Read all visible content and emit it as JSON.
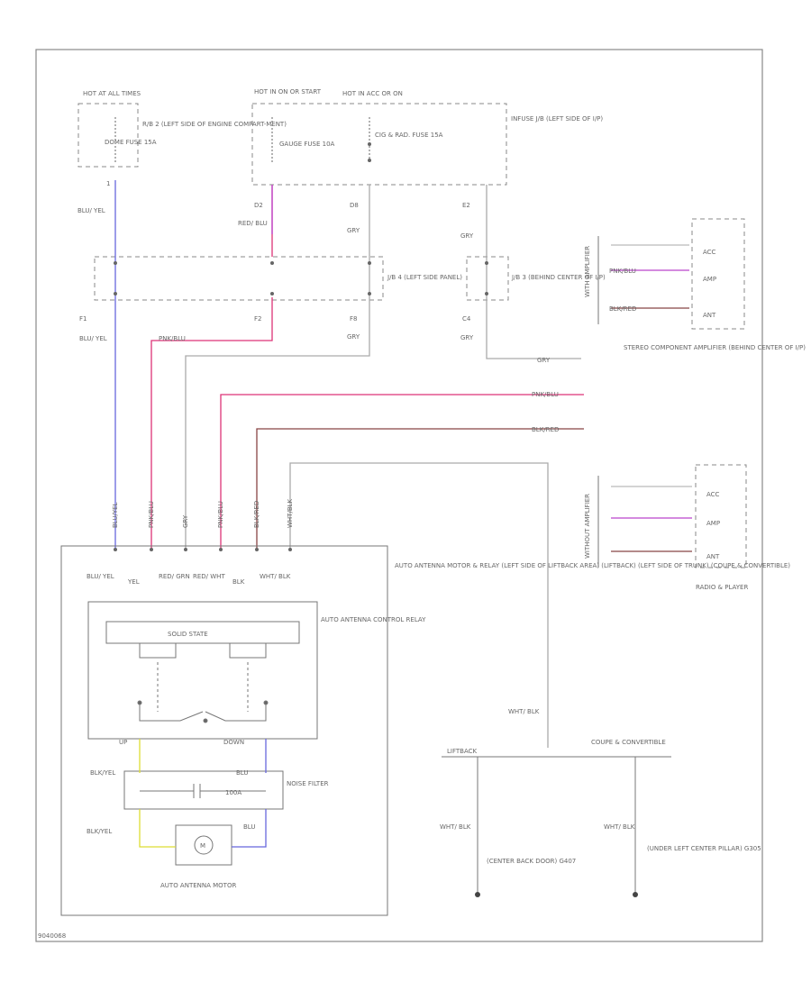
{
  "colors": {
    "blue": "#6666dd",
    "pink": "#dd3377",
    "violet": "#bb44cc",
    "brown": "#884444",
    "gray": "#aaaaaa",
    "yellow": "#dddd33",
    "orange": "#dd7722",
    "line": "#666666"
  },
  "fuses": {
    "hot_all_times": "HOT AT ALL TIMES",
    "hot_on": "HOT IN ON OR START",
    "hot_acc": "HOT IN ACC OR ON",
    "dome_fuse": "DOME FUSE 15A",
    "gauge_fuse": "GAUGE FUSE 10A",
    "cig_fuse": "CIG & RAD. FUSE 15A",
    "fuse_box_label": "R/B 2 (LEFT SIDE OF ENGINE COMPART-MENT)",
    "junction_block": "INFUSE J/B (LEFT SIDE OF I/P)"
  },
  "connectors": {
    "c_d2": "D2",
    "c_d8": "D8",
    "c_e2": "E2",
    "c_f1": "F1",
    "c_f2": "F2",
    "c_f8": "F8",
    "c_c4": "C4",
    "c_1": "1",
    "jb4": "J/B 4 (LEFT SIDE PANEL)",
    "jb3": "J/B 3 (BEHIND CENTER OF I/P)"
  },
  "wires": {
    "blu_yel": "BLU/ YEL",
    "red_blu": "RED/ BLU",
    "gry": "GRY",
    "blu_yel2": "BLU/ YEL",
    "gry2": "GRY",
    "pnk_blu": "PNK/BLU",
    "gry3": "GRY",
    "gry4": "GRY",
    "pnk_blu2": "PNK/BLU",
    "blk_red": "BLK/RED",
    "gry5": "GRY",
    "pnk_blu3": "PNK/BLU",
    "blk_red2": "BLK/RED",
    "wht_blk": "WHT/ BLK",
    "wht_blk2": "WHT/ BLK",
    "wht_blk3": "WHT/ BLK",
    "blk_yel": "BLK/YEL",
    "blk_yel2": "BLK/YEL",
    "blu": "BLU",
    "blu2": "BLU",
    "v1": "BLU/YEL",
    "v2": "PNK/BLU",
    "v3": "GRY",
    "v4": "PNK/BLU",
    "v5": "BLK/RED",
    "v6": "WHT/BLK"
  },
  "pins": {
    "p1": "BLU/ YEL",
    "p2": "YEL",
    "p3": "RED/ GRN",
    "p4": "RED/ WHT",
    "p5": "BLK",
    "p6": "WHT/ BLK"
  },
  "components": {
    "amp_with": "WITH AMPLIFIER",
    "amp_without": "WITHOUT AMPLIFIER",
    "acc": "ACC",
    "amp": "AMP",
    "ant": "ANT",
    "acc2": "ACC",
    "amp2": "AMP",
    "ant2": "ANT",
    "stereo_amp": "STEREO COMPONENT AMPLIFIER (BEHIND CENTER OF I/P)",
    "radio_player": "RADIO & PLAYER",
    "antenna_relay": "AUTO ANTENNA MOTOR & RELAY (LEFT SIDE OF LIFTBACK AREA) (LIFTBACK) (LEFT SIDE OF TRUNK) (COUPE & CONVERTIBLE)",
    "control_relay": "AUTO ANTENNA CONTROL RELAY",
    "solid_state": "SOLID STATE",
    "up": "UP",
    "down": "DOWN",
    "noise_filter": "NOISE FILTER",
    "filter_val": "100A",
    "motor_m": "M",
    "antenna_motor": "AUTO ANTENNA MOTOR",
    "liftback": "LIFTBACK",
    "coupe_conv": "COUPE & CONVERTIBLE",
    "ground1": "(CENTER BACK DOOR) G407",
    "ground2": "(UNDER LEFT CENTER PILLAR) G305",
    "diagram_id": "9040068"
  }
}
